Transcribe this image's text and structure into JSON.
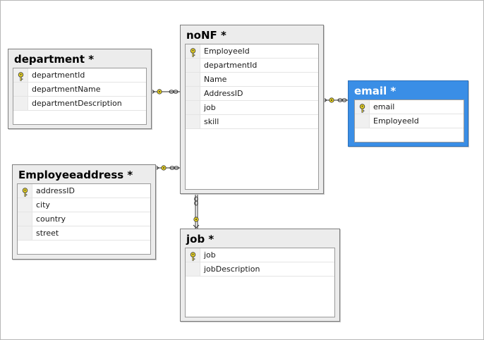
{
  "tables": {
    "nonf": {
      "title": "noNF *",
      "columns": [
        "EmployeeId",
        "departmentId",
        "Name",
        "AddressID",
        "job",
        "skill"
      ]
    },
    "department": {
      "title": "department *",
      "columns": [
        "departmentId",
        "departmentName",
        "departmentDescription"
      ]
    },
    "email": {
      "title": "email *",
      "columns": [
        "email",
        "EmployeeId"
      ]
    },
    "employeeaddress": {
      "title": "Employeeaddress *",
      "columns": [
        "addressID",
        "city",
        "country",
        "street"
      ]
    },
    "job": {
      "title": "job *",
      "columns": [
        "job",
        "jobDescription"
      ]
    }
  },
  "selected_table": "email",
  "colors": {
    "selected_header": "#3a8ee6",
    "key_icon": "#e8d21e",
    "connector": "#555555"
  },
  "icons": {
    "primary_key": "key-icon",
    "relationship_one_end": "key-icon",
    "relationship_many_end": "infinity-icon"
  }
}
